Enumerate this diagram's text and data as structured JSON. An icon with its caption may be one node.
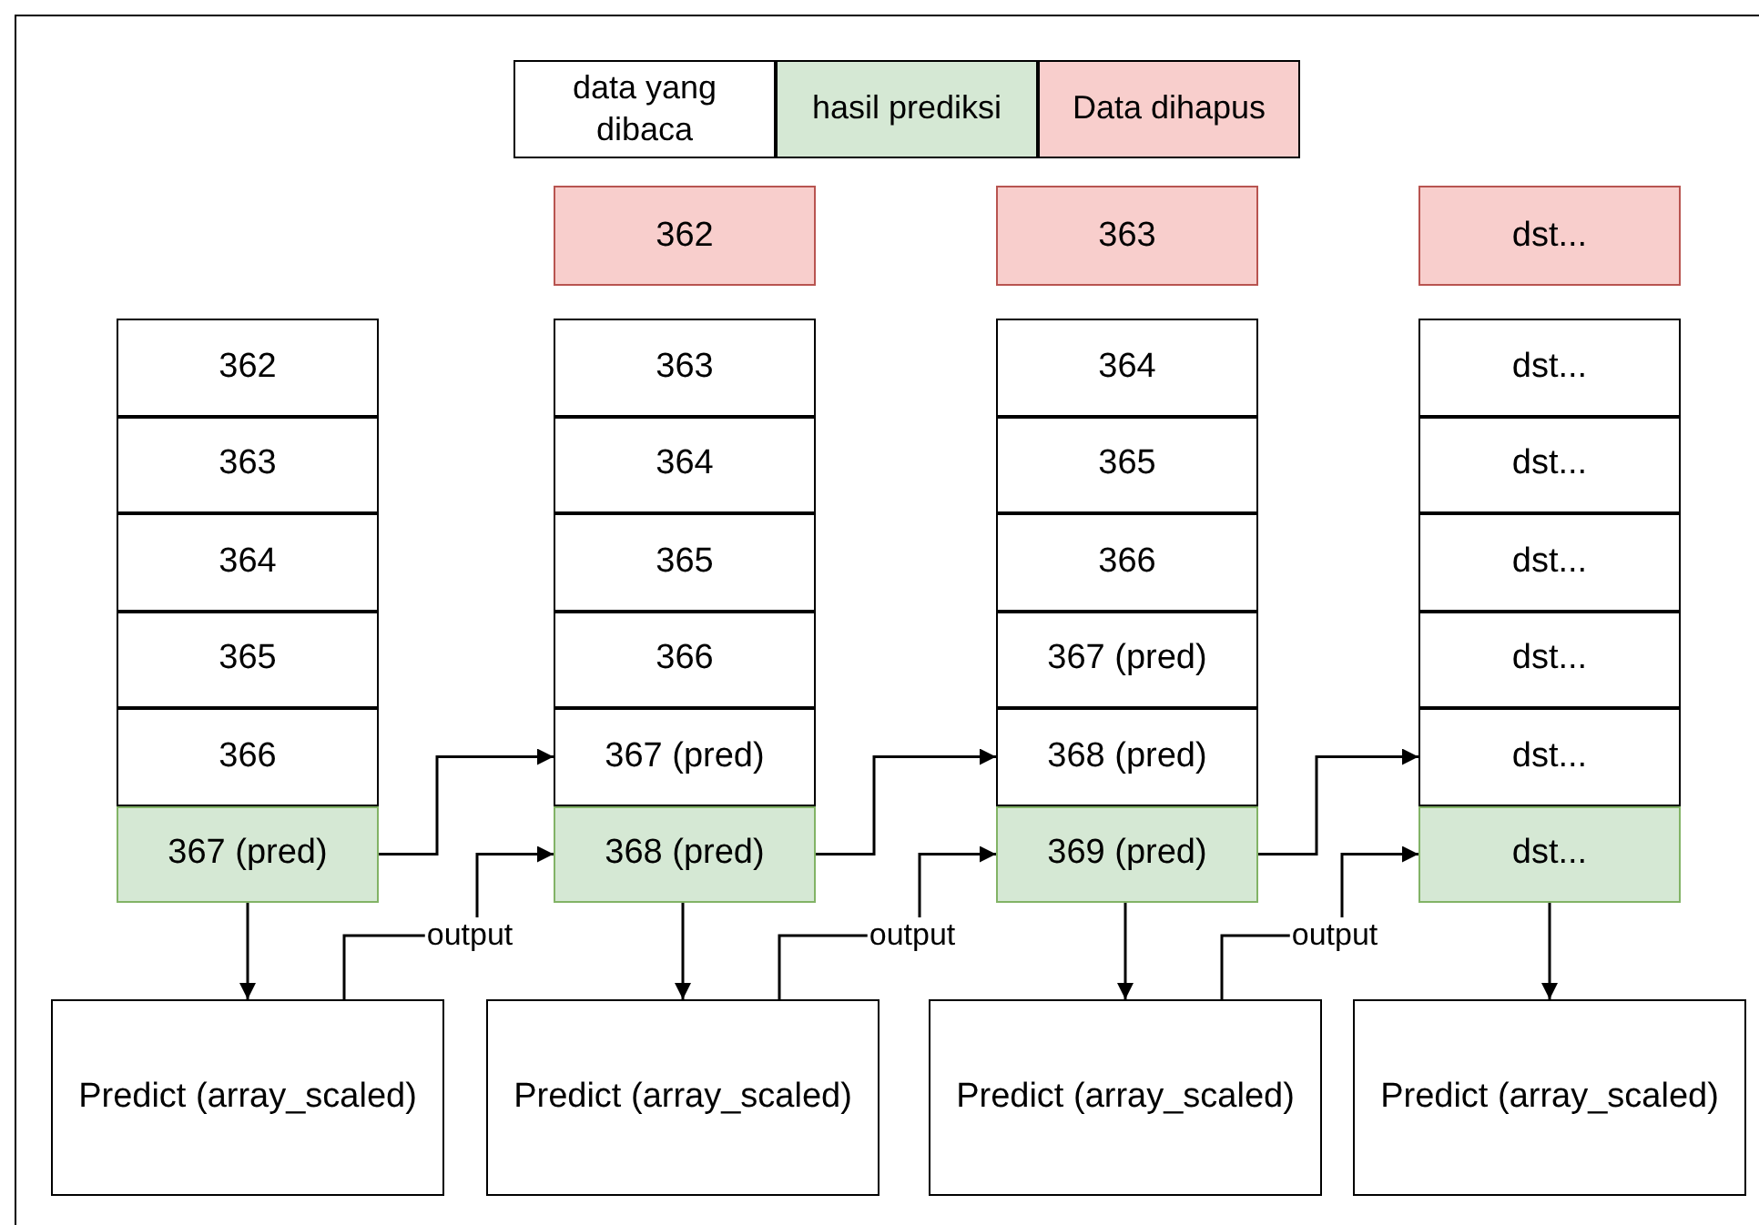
{
  "diagram": {
    "nodes": [
      {
        "text": [
          "362"
        ]
      },
      {
        "text": [
          "363"
        ]
      },
      {
        "text": [
          "364"
        ]
      },
      {
        "text": [
          "365"
        ]
      },
      {
        "text": [
          "366"
        ]
      },
      {
        "text": [
          "367 (pred)"
        ]
      },
      {
        "text": [
          "Predict (array_scaled)"
        ]
      },
      {
        "text": [
          "362"
        ]
      },
      {
        "text": [
          "363"
        ]
      },
      {
        "text": [
          "364"
        ]
      },
      {
        "text": [
          "365"
        ]
      },
      {
        "text": [
          "366"
        ]
      },
      {
        "text": [
          "367 (pred)"
        ]
      },
      {
        "text": [
          "368 (pred)"
        ]
      },
      {
        "text": [
          "Predict (array_scaled)"
        ]
      },
      {
        "text": [
          "363"
        ]
      },
      {
        "text": [
          "364"
        ]
      },
      {
        "text": [
          "365"
        ]
      },
      {
        "text": [
          "366"
        ]
      },
      {
        "text": [
          "367 (pred)"
        ]
      },
      {
        "text": [
          "368 (pred)"
        ]
      },
      {
        "text": [
          "369 (pred)"
        ]
      },
      {
        "text": [
          "Predict (array_scaled)"
        ]
      },
      {
        "text": [
          "dst..."
        ]
      },
      {
        "text": [
          "dst..."
        ]
      },
      {
        "text": [
          "dst..."
        ]
      },
      {
        "text": [
          "dst..."
        ]
      },
      {
        "text": [
          "dst..."
        ]
      },
      {
        "text": [
          "dst..."
        ]
      },
      {
        "text": [
          "dst..."
        ]
      },
      {
        "text": [
          "Predict (array_scaled)"
        ]
      }
    ],
    "edges": [
      {
        "from": 5,
        "to": 6,
        "arrow": "to"
      },
      {
        "from": 6,
        "to": 13,
        "arrow": "to",
        "label": "output"
      },
      {
        "from": 5,
        "to": 12,
        "arrow": "to"
      },
      {
        "from": 13,
        "to": 14,
        "arrow": "to"
      },
      {
        "from": 14,
        "to": 21,
        "arrow": "to",
        "label": "output"
      },
      {
        "from": 13,
        "to": 20,
        "arrow": "to"
      },
      {
        "from": 21,
        "to": 22,
        "arrow": "to"
      },
      {
        "from": 22,
        "to": 29,
        "arrow": "to",
        "label": "output"
      },
      {
        "from": 21,
        "to": 28,
        "arrow": "to"
      },
      {
        "from": 29,
        "to": 30,
        "arrow": "to"
      }
    ],
    "legend": [
      {
        "text": "data yang dibaca",
        "color": "#ffffff"
      },
      {
        "text": "hasil prediksi",
        "color": "#d5e8d4"
      },
      {
        "text": "Data dihapus",
        "color": "#f8cecc"
      }
    ]
  }
}
